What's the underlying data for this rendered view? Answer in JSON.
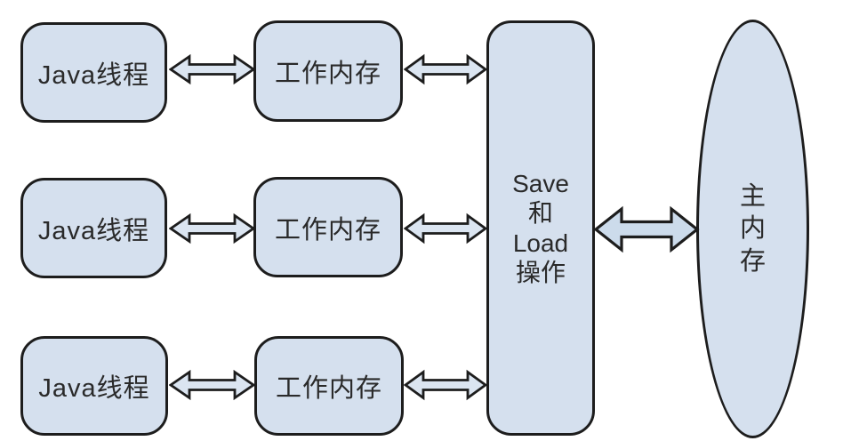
{
  "diagram": {
    "background_color": "#ffffff",
    "node_fill_color": "#d5e0ee",
    "node_border_color": "#1d1d1d",
    "arrow_fill_color": "#dbe5f1",
    "text_color": "#2a2a2a",
    "nodes": {
      "threads": [
        {
          "label": "Java线程"
        },
        {
          "label": "Java线程"
        },
        {
          "label": "Java线程"
        }
      ],
      "working_memories": [
        {
          "label": "工作内存"
        },
        {
          "label": "工作内存"
        },
        {
          "label": "工作内存"
        }
      ],
      "save_load": {
        "label": "Save\n和\nLoad\n操作"
      },
      "main_memory": {
        "label": "主内存"
      }
    },
    "connections": [
      {
        "from": "java-thread-1",
        "to": "working-memory-1",
        "bidirectional": true
      },
      {
        "from": "java-thread-2",
        "to": "working-memory-2",
        "bidirectional": true
      },
      {
        "from": "java-thread-3",
        "to": "working-memory-3",
        "bidirectional": true
      },
      {
        "from": "working-memory-1",
        "to": "save-load-operations",
        "bidirectional": true
      },
      {
        "from": "working-memory-2",
        "to": "save-load-operations",
        "bidirectional": true
      },
      {
        "from": "working-memory-3",
        "to": "save-load-operations",
        "bidirectional": true
      },
      {
        "from": "save-load-operations",
        "to": "main-memory",
        "bidirectional": true
      }
    ]
  }
}
